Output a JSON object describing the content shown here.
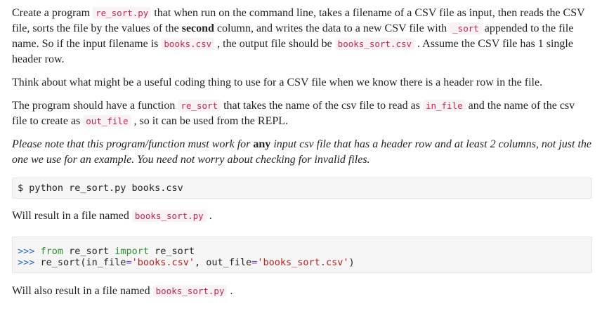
{
  "para1": {
    "t1": "Create a program ",
    "c1": "re_sort.py",
    "t2": " that when run on the command line, takes a filename of a CSV file as input, then reads the CSV file, sorts the file by the values of the ",
    "b1": "second",
    "t3": " column, and writes the data to a new CSV file with ",
    "c2": "_sort",
    "t4": " appended to the file name. So if the input filename is ",
    "c3": "books.csv",
    "t5": " , the output file should be ",
    "c4": "books_sort.csv",
    "t6": " . Assume the CSV file has 1 single header row."
  },
  "para2": "Think about what might be a useful coding thing to use for a CSV file when we know there is a header row in the file.",
  "para3": {
    "t1": "The program should have a function ",
    "c1": "re_sort",
    "t2": " that takes the name of the csv file to read as ",
    "c2": "in_file",
    "t3": " and the name of the csv file to create as ",
    "c3": "out_file",
    "t4": " , so it can be used from the REPL."
  },
  "para4": {
    "t1": "Please note that this program/function must work for ",
    "b1": "any",
    "t2": " input csv file that has a header row and at least 2 columns, not just the one we use for an example. You need not worry about checking for invalid files."
  },
  "code1": "$ python re_sort.py books.csv",
  "para5": {
    "t1": "Will result in a file named ",
    "c1": "books_sort.py",
    "t2": " ."
  },
  "code2": {
    "prompt": ">>>",
    "l1_kw_from": "from",
    "l1_mod": " re_sort ",
    "l1_kw_import": "import",
    "l1_name": " re_sort",
    "l2_call": " re_sort(in_file",
    "l2_eq1": "=",
    "l2_str1": "'books.csv'",
    "l2_mid": ", out_file",
    "l2_eq2": "=",
    "l2_str2": "'books_sort.csv'",
    "l2_end": ")"
  },
  "para6": {
    "t1": "Will also result in a file named ",
    "c1": "books_sort.py",
    "t2": " ."
  }
}
